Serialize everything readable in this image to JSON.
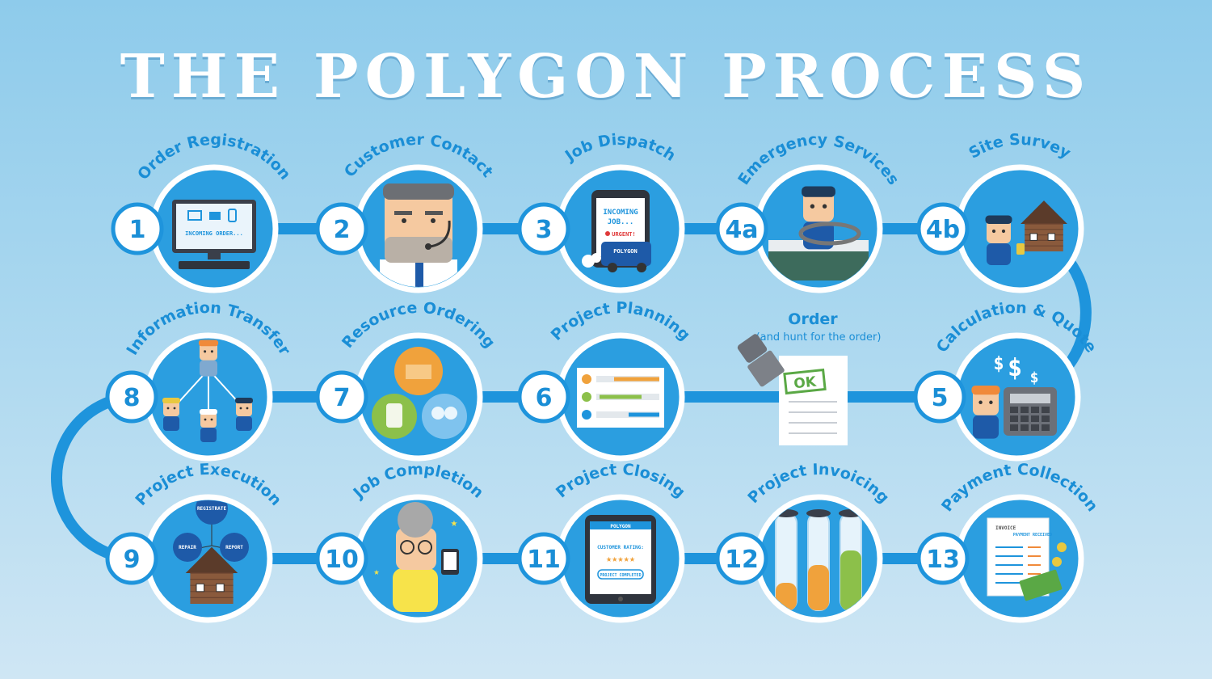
{
  "title": "THE POLYGON PROCESS",
  "steps": [
    {
      "id": "1",
      "label": "Order Registration"
    },
    {
      "id": "2",
      "label": "Customer Contact"
    },
    {
      "id": "3",
      "label": "Job Dispatch"
    },
    {
      "id": "4a",
      "label": "Emergency Services"
    },
    {
      "id": "4b",
      "label": "Site Survey"
    },
    {
      "id": "5",
      "label": "Calculation & Quote"
    },
    {
      "id": "6",
      "label": "Project Planning"
    },
    {
      "id": "7",
      "label": "Resource Ordering"
    },
    {
      "id": "8",
      "label": "Information Transfer"
    },
    {
      "id": "9",
      "label": "Project Execution"
    },
    {
      "id": "10",
      "label": "Job Completion"
    },
    {
      "id": "11",
      "label": "Project Closing"
    },
    {
      "id": "12",
      "label": "Project Invoicing"
    },
    {
      "id": "13",
      "label": "Payment Collection"
    }
  ],
  "order_note": {
    "title": "Order",
    "subtitle": "(and hunt for the order)",
    "stamp": "OK"
  },
  "illustrations": {
    "incoming_order": "INCOMING ORDER...",
    "phone_incoming": "INCOMING",
    "phone_job": "JOB...",
    "phone_urgent": "URGENT!",
    "van_brand": "POLYGON",
    "balloon_registrate": "REGISTRATE",
    "balloon_repair": "REPAIR",
    "balloon_report": "REPORT",
    "tablet_brand": "POLYGON",
    "customer_rating": "CUSTOMER RATING:",
    "project_completed": "PROJECT COMPLETED",
    "invoice": "INVOICE",
    "payment_received": "PAYMENT RECEIVED"
  },
  "colors": {
    "track": "#1e94dc",
    "circle_fill": "#2b9ee0",
    "ring": "#ffffff",
    "label": "#1a8ed6",
    "accent_orange": "#f0a23c",
    "accent_green": "#8cc04a"
  }
}
